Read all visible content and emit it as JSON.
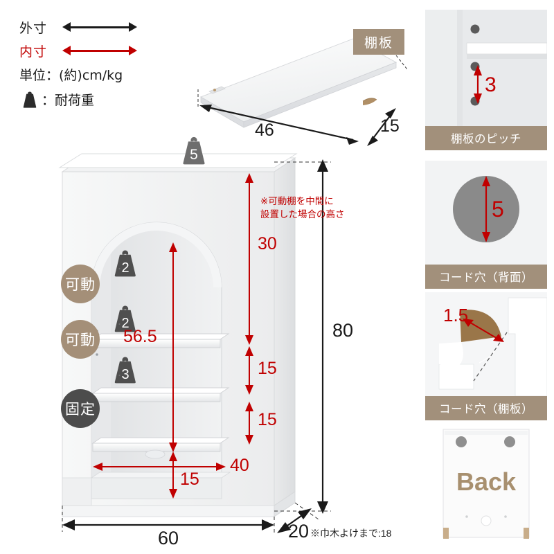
{
  "legend": {
    "outer_label": "外寸",
    "inner_label": "内寸",
    "unit_text": "単位：(約)cm/kg",
    "weight_text": "：耐荷重",
    "outer_arrow_color": "#1a1a1a",
    "inner_arrow_color": "#c00000"
  },
  "board": {
    "badge": "棚板",
    "length": "46",
    "depth": "15"
  },
  "cabinet": {
    "top_load": "5",
    "shelf_loads": [
      "2",
      "2",
      "3"
    ],
    "badges": [
      {
        "label": "可動",
        "type": "movable"
      },
      {
        "label": "可動",
        "type": "movable"
      },
      {
        "label": "固定",
        "type": "fixed"
      }
    ],
    "note_line1": "※可動棚を中間に",
    "note_line2": "設置した場合の高さ",
    "inner_30": "30",
    "inner_56_5": "56.5",
    "inner_15_upper": "15",
    "inner_15_lower": "15",
    "inner_40": "40",
    "inner_15_bottom": "15",
    "outer_height": "80",
    "outer_width": "60",
    "outer_depth": "20",
    "depth_note": "※巾木よけまで:18"
  },
  "panels": [
    {
      "caption": "棚板のピッチ",
      "value": "3",
      "name": "shelf-pitch"
    },
    {
      "caption": "コード穴（背面）",
      "value": "5",
      "name": "cord-hole-back"
    },
    {
      "caption": "コード穴（棚板）",
      "value": "1.5",
      "name": "cord-hole-shelf"
    },
    {
      "caption": "",
      "value": "Back",
      "name": "back-view"
    }
  ],
  "colors": {
    "brown": "#a2907b",
    "red": "#c00000",
    "dark": "#4c4c4c"
  }
}
